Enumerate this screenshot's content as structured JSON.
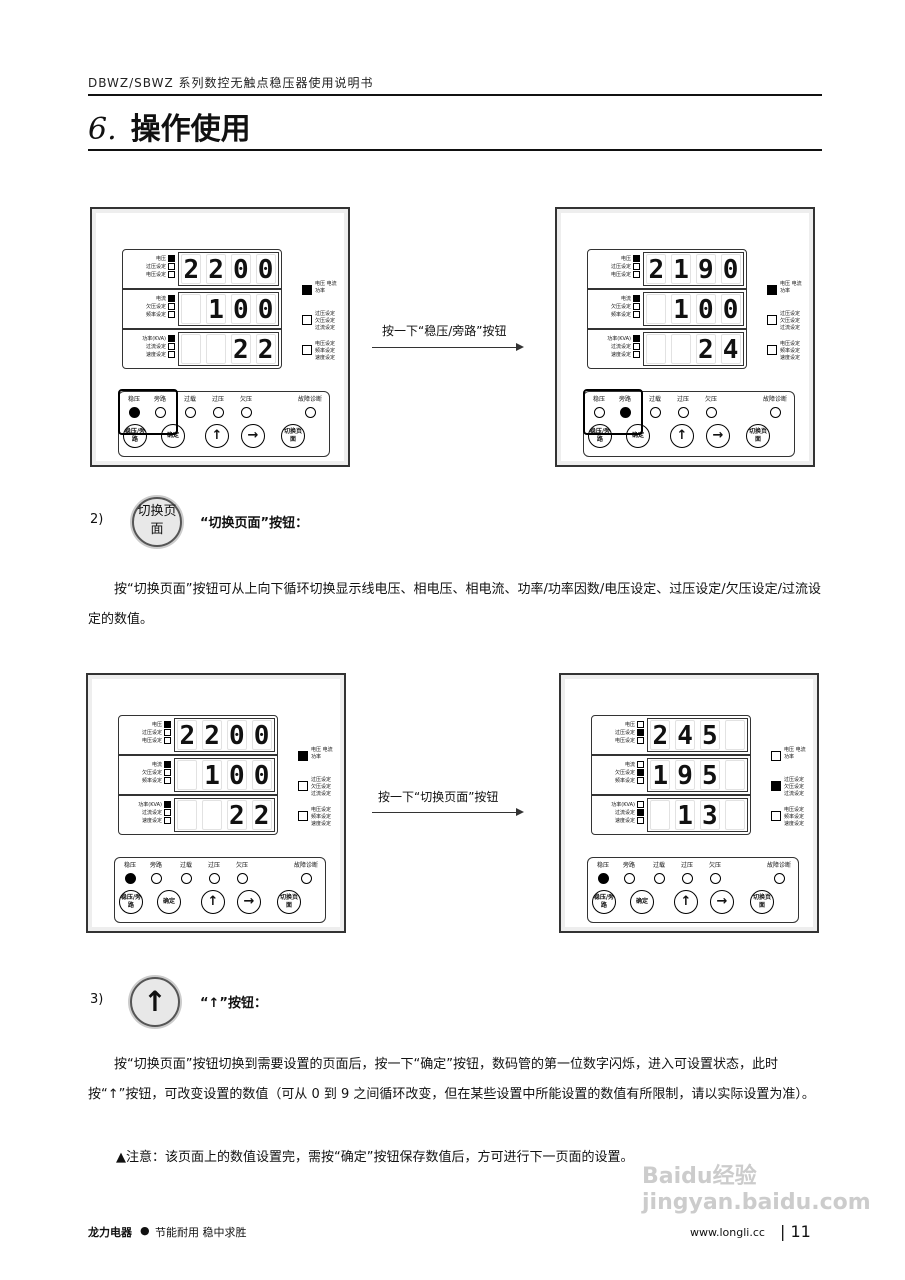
{
  "header": {
    "doc_title": "DBWZ/SBWZ 系列数控无触点稳压器使用说明书",
    "section_num": "6.",
    "section_title": "操作使用"
  },
  "labels": {
    "row1": [
      "电压",
      "过压设定",
      "电压设定"
    ],
    "row2": [
      "电流",
      "欠压设定",
      "频率设定"
    ],
    "row3": [
      "功率(KVA)",
      "过流设定",
      "速度设定"
    ],
    "side": [
      "电压 电流 功率",
      "过压设定 欠压设定 过流设定",
      "电压设定 频率设定 速度设定"
    ],
    "leds": [
      "稳压",
      "旁路",
      "过载",
      "过压",
      "欠压",
      "故障诊断"
    ],
    "buttons": [
      "稳压/旁路",
      "确定",
      "↑",
      "→",
      "切换页面"
    ]
  },
  "panels": [
    {
      "rows": [
        [
          "2",
          "2",
          "0",
          "0"
        ],
        [
          "",
          "1",
          "0",
          "0"
        ],
        [
          "",
          "",
          "2",
          "2"
        ]
      ],
      "row_marks": [
        [
          1,
          0,
          0
        ],
        [
          1,
          0,
          0
        ],
        [
          1,
          0,
          0
        ]
      ],
      "side_marks": [
        1,
        0,
        0
      ],
      "leds_on": [
        1,
        0,
        0,
        0,
        0,
        0
      ]
    },
    {
      "rows": [
        [
          "2",
          "1",
          "9",
          "0"
        ],
        [
          "",
          "1",
          "0",
          "0"
        ],
        [
          "",
          "",
          "2",
          "4"
        ]
      ],
      "row_marks": [
        [
          1,
          0,
          0
        ],
        [
          1,
          0,
          0
        ],
        [
          1,
          0,
          0
        ]
      ],
      "side_marks": [
        1,
        0,
        0
      ],
      "leds_on": [
        0,
        1,
        0,
        0,
        0,
        0
      ]
    },
    {
      "rows": [
        [
          "2",
          "2",
          "0",
          "0"
        ],
        [
          "",
          "1",
          "0",
          "0"
        ],
        [
          "",
          "",
          "2",
          "2"
        ]
      ],
      "row_marks": [
        [
          1,
          0,
          0
        ],
        [
          1,
          0,
          0
        ],
        [
          1,
          0,
          0
        ]
      ],
      "side_marks": [
        1,
        0,
        0
      ],
      "leds_on": [
        1,
        0,
        0,
        0,
        0,
        0
      ]
    },
    {
      "rows": [
        [
          "2",
          "4",
          "5",
          ""
        ],
        [
          "1",
          "9",
          "5",
          ""
        ],
        [
          "",
          "1",
          "3",
          ""
        ]
      ],
      "row_marks": [
        [
          0,
          1,
          0
        ],
        [
          0,
          1,
          0
        ],
        [
          0,
          1,
          0
        ]
      ],
      "side_marks": [
        0,
        1,
        0
      ],
      "leds_on": [
        1,
        0,
        0,
        0,
        0,
        0
      ]
    }
  ],
  "arrows": [
    "按一下“稳压/旁路”按钮",
    "按一下“切换页面”按钮"
  ],
  "step2": {
    "num": "2)",
    "icon_text": "切换页面",
    "caption": "“切换页面”按钮：",
    "body": "按“切换页面”按钮可从上向下循环切换显示线电压、相电压、相电流、功率/功率因数/电压设定、过压设定/欠压设定/过流设定的数值。"
  },
  "step3": {
    "num": "3)",
    "icon_text": "↑",
    "caption": "“↑”按钮：",
    "body": "按“切换页面”按钮切换到需要设置的页面后，按一下“确定”按钮，数码管的第一位数字闪烁，进入可设置状态，此时按“↑”按钮，可改变设置的数值（可从 0 到 9 之间循环改变，但在某些设置中所能设置的数值有所限制，请以实际设置为准）。",
    "note": "▲注意：该页面上的数值设置完，需按“确定”按钮保存数值后，方可进行下一页面的设置。"
  },
  "footer": {
    "brand": "龙力电器",
    "slogan": "节能耐用 稳中求胜",
    "url": "www.longli.cc",
    "page": "11",
    "watermark": "Baidu经验 jingyan.baidu.com"
  }
}
